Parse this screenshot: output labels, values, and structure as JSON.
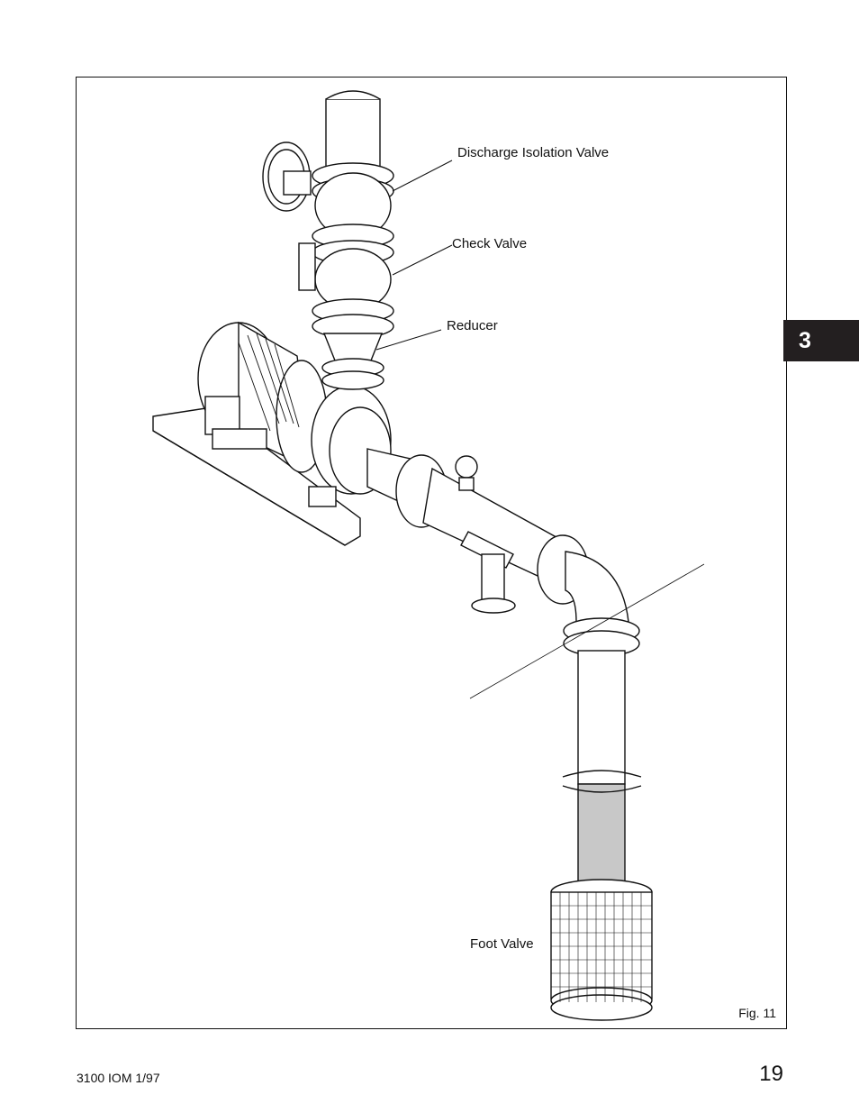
{
  "section_tab": {
    "number": "3"
  },
  "figure": {
    "labels": {
      "discharge_isolation_valve": "Discharge Isolation Valve",
      "check_valve": "Check Valve",
      "reducer": "Reducer",
      "foot_valve": "Foot Valve"
    },
    "caption": "Fig. 11"
  },
  "footer": {
    "document_id": "3100 IOM 1/97",
    "page_number": "19"
  },
  "colors": {
    "ink": "#111111",
    "tab_background": "#231f20",
    "shaded_pipe": "#c8c8c8"
  }
}
